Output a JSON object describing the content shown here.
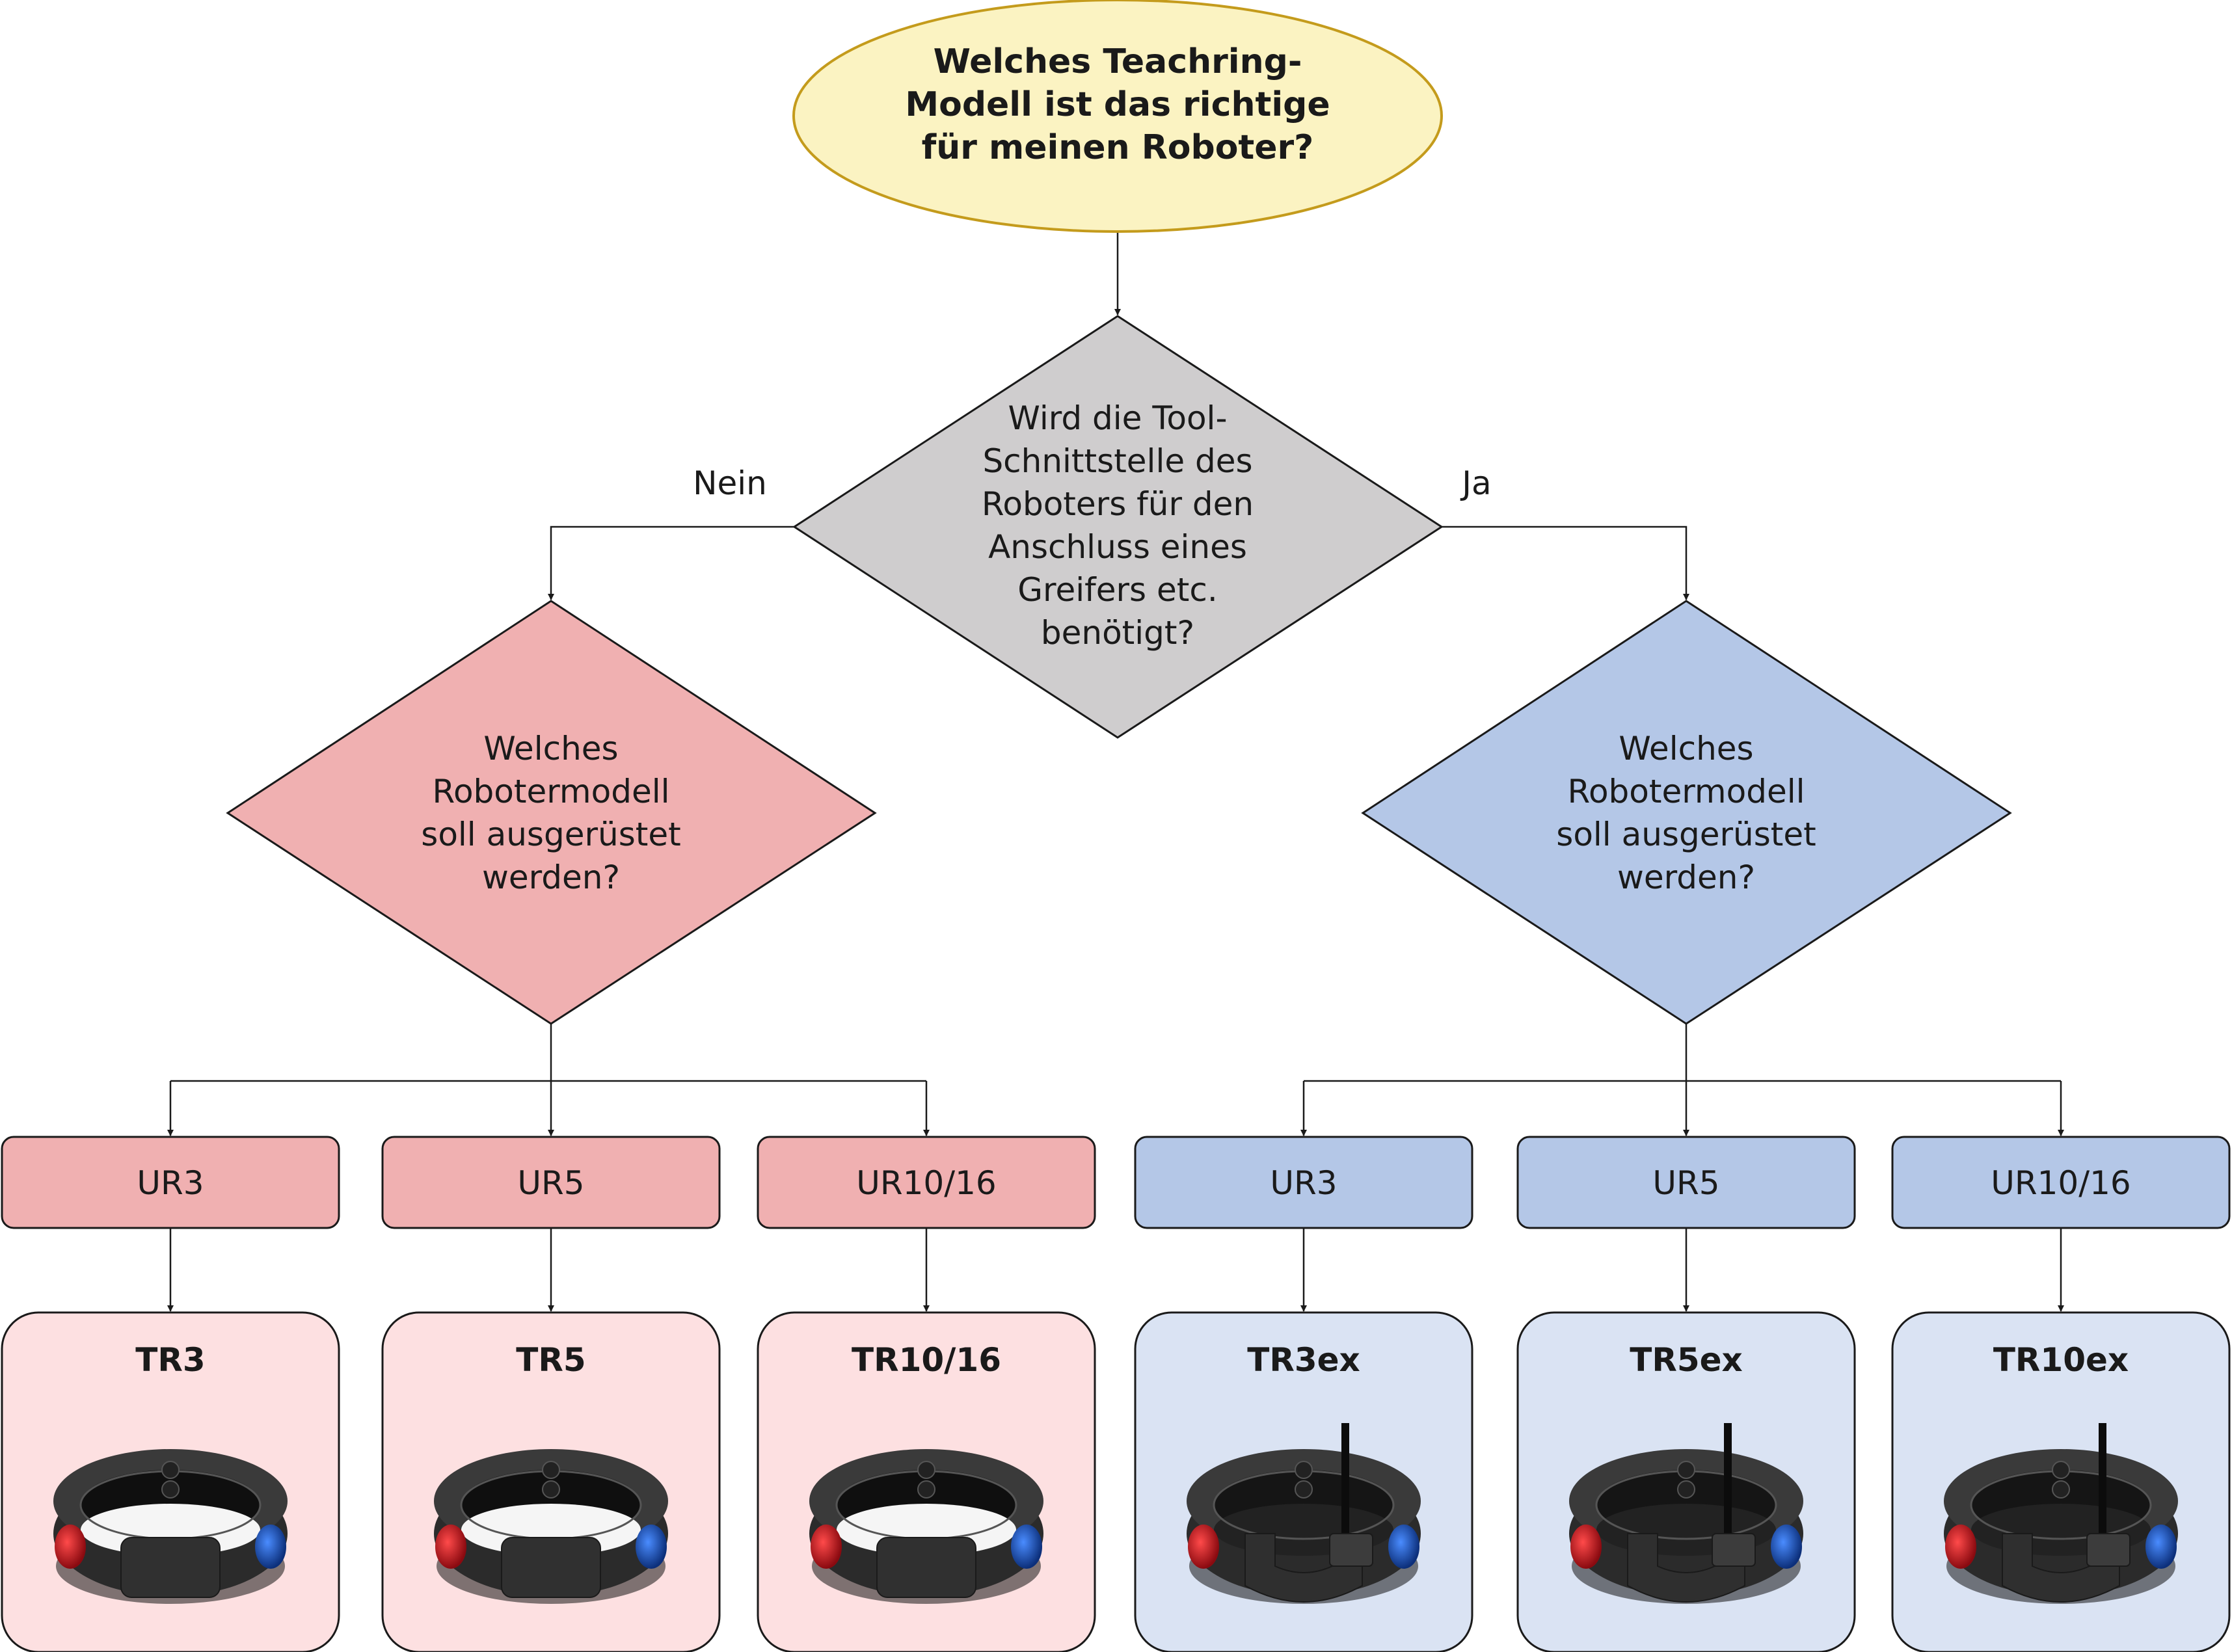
{
  "start": {
    "lines": [
      "Welches Teachring-",
      "Modell ist das richtige",
      "für meinen Roboter?"
    ],
    "fill": "#fbf3c2",
    "stroke": "#c49b1c"
  },
  "question": {
    "lines": [
      "Wird die Tool-",
      "Schnittstelle des",
      "Roboters für den",
      "Anschluss eines",
      "Greifers etc.",
      "benötigt?"
    ],
    "fill": "#cfcdce"
  },
  "branch_no": {
    "label": "Nein",
    "lines": [
      "Welches",
      "Robotermodell",
      "soll ausgerüstet",
      "werden?"
    ],
    "fill": "#f0b0b1",
    "box_fill": "#f0b0b1",
    "product_fill": "#fde0e1",
    "robots": [
      "UR3",
      "UR5",
      "UR10/16"
    ],
    "products": [
      "TR3",
      "TR5",
      "TR10/16"
    ]
  },
  "branch_yes": {
    "label": "Ja",
    "lines": [
      "Welches",
      "Robotermodell",
      "soll ausgerüstet",
      "werden?"
    ],
    "fill": "#b4c7e7",
    "box_fill": "#b4c7e7",
    "product_fill": "#dae3f3",
    "robots": [
      "UR3",
      "UR5",
      "UR10/16"
    ],
    "products": [
      "TR3ex",
      "TR5ex",
      "TR10ex"
    ]
  },
  "colors": {
    "line": "#1a1a1a",
    "ring": "#2b2b2b",
    "button_left": "#c8101c",
    "button_right": "#1f5fbf"
  },
  "icons": [
    "teachring-icon",
    "teachring-ex-icon"
  ]
}
